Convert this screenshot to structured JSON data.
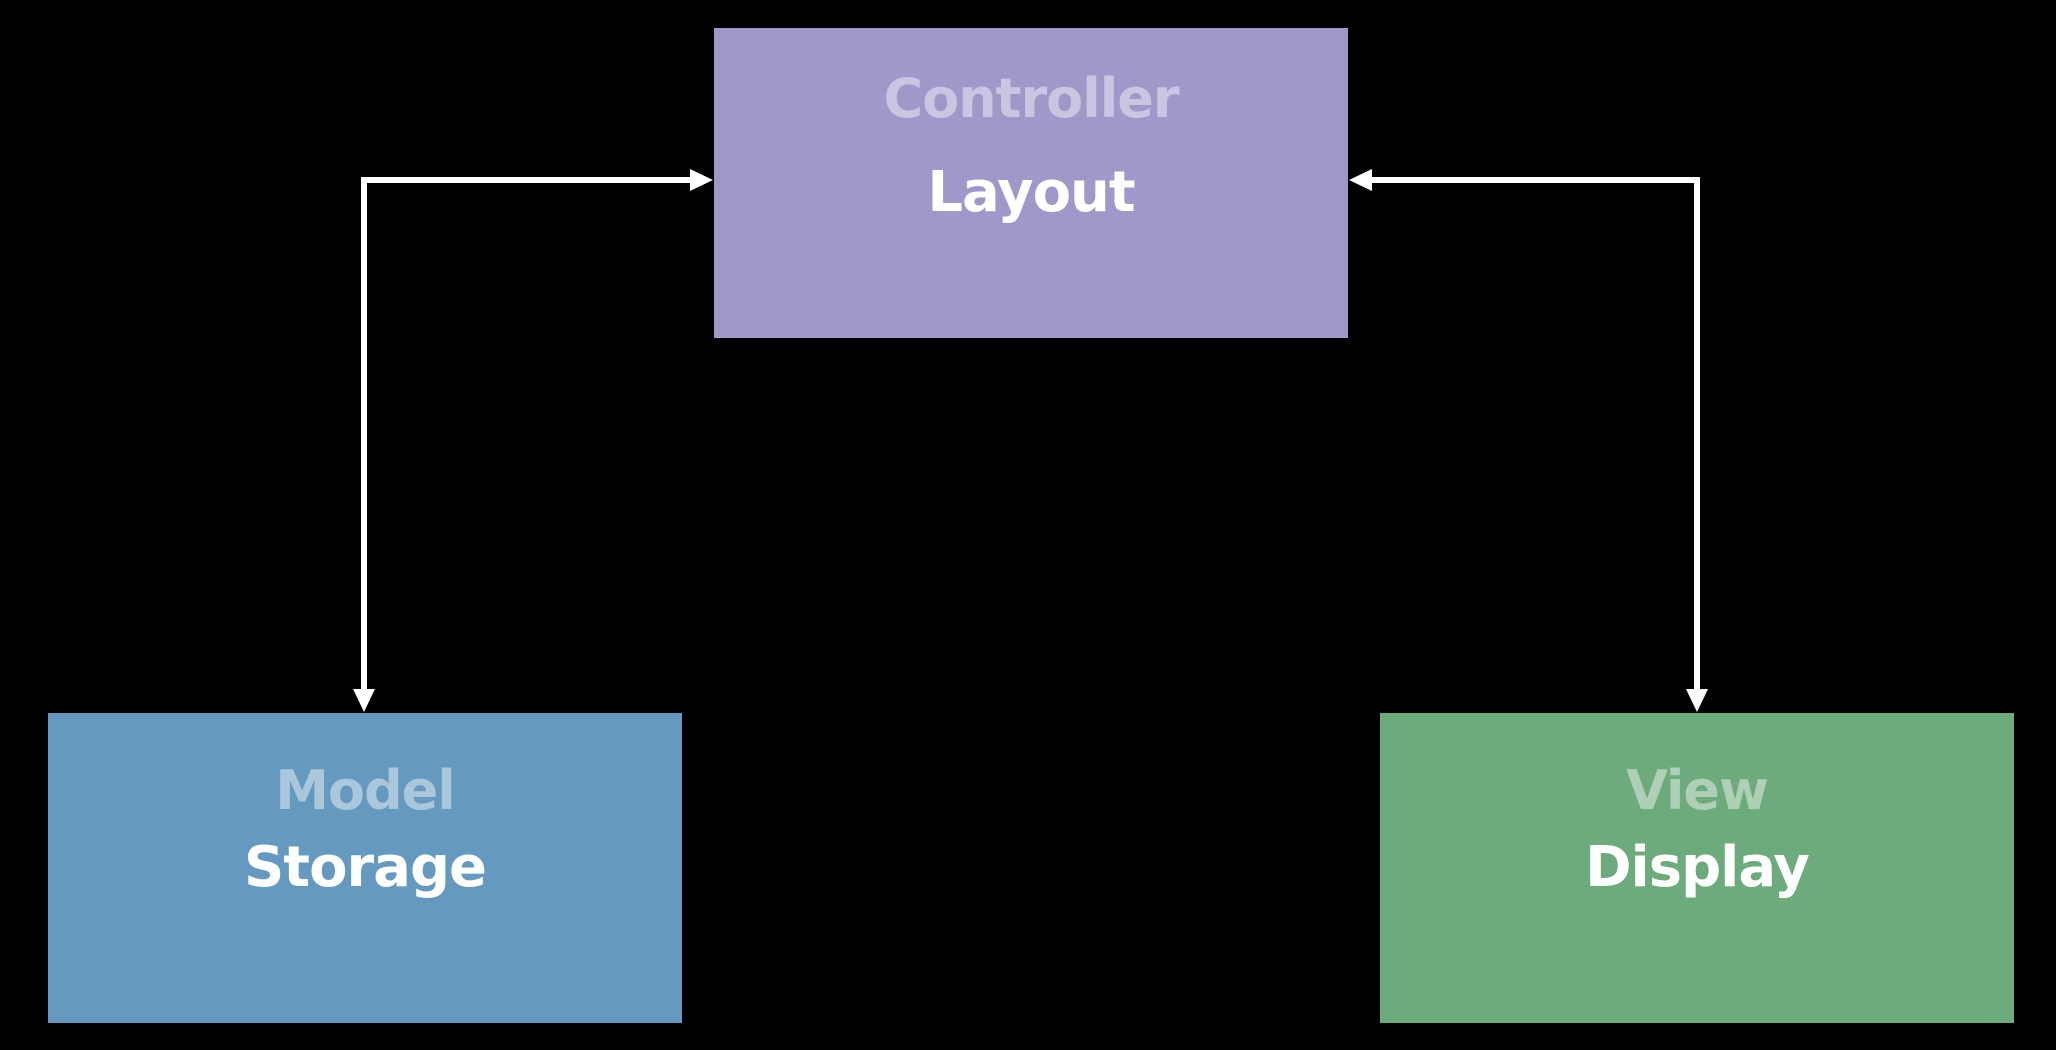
{
  "diagram": {
    "controller": {
      "role": "Controller",
      "purpose": "Layout",
      "color": "#9f98c9"
    },
    "model": {
      "role": "Model",
      "purpose": "Storage",
      "color": "#6599bf"
    },
    "view": {
      "role": "View",
      "purpose": "Display",
      "color": "#6daa7c"
    },
    "connections": [
      {
        "from": "controller",
        "to": "model",
        "bidirectional": true
      },
      {
        "from": "controller",
        "to": "view",
        "bidirectional": true
      }
    ],
    "arrow_color": "#ffffff"
  }
}
